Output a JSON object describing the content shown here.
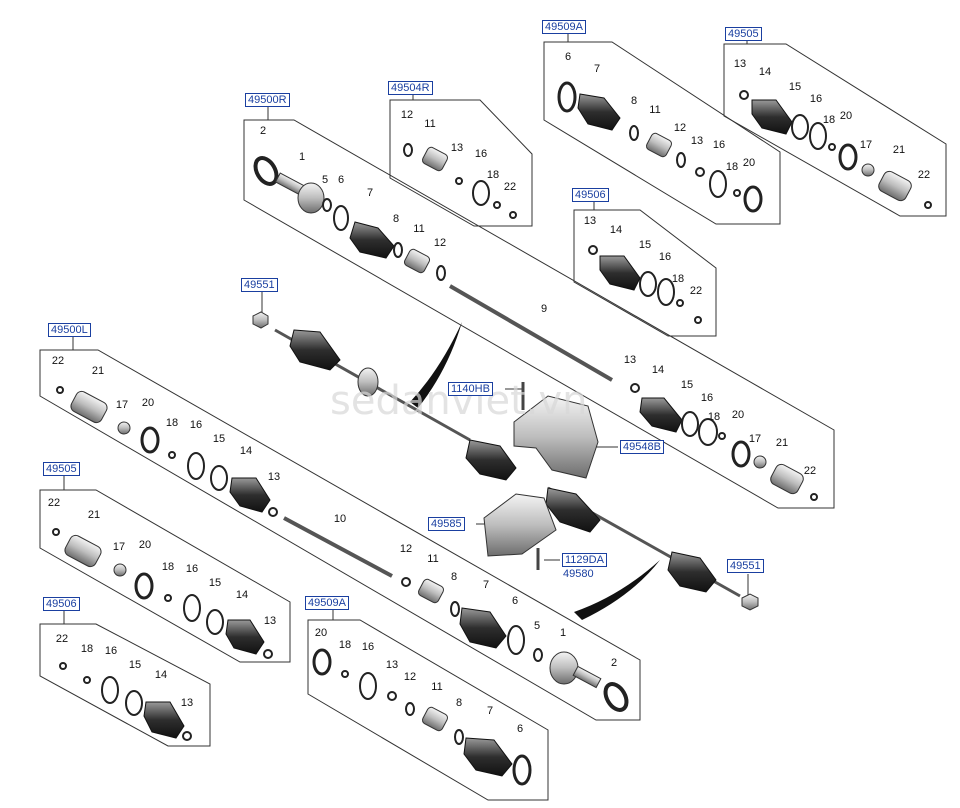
{
  "watermark": "sedanviet.vn",
  "refs": {
    "r49500R": "49500R",
    "r49504R": "49504R",
    "r49509A_top": "49509A",
    "r49505_top": "49505",
    "r49506_mid": "49506",
    "r49551_top": "49551",
    "r49500L": "49500L",
    "r49505_left": "49505",
    "r49506_left": "49506",
    "r49509A_bottom": "49509A",
    "r1140HB": "1140HB",
    "r49548B": "49548B",
    "r49585": "49585",
    "r1129DA": "1129DA",
    "r49551_right": "49551"
  },
  "plain_labels": {
    "p49580": "49580"
  },
  "part_numbers": {
    "n1": "1",
    "n2": "2",
    "n5": "5",
    "n6": "6",
    "n7": "7",
    "n8": "8",
    "n9": "9",
    "n10": "10",
    "n11": "11",
    "n12": "12",
    "n13": "13",
    "n14": "14",
    "n15": "15",
    "n16": "16",
    "n17": "17",
    "n18": "18",
    "n20": "20",
    "n21": "21",
    "n22": "22"
  }
}
